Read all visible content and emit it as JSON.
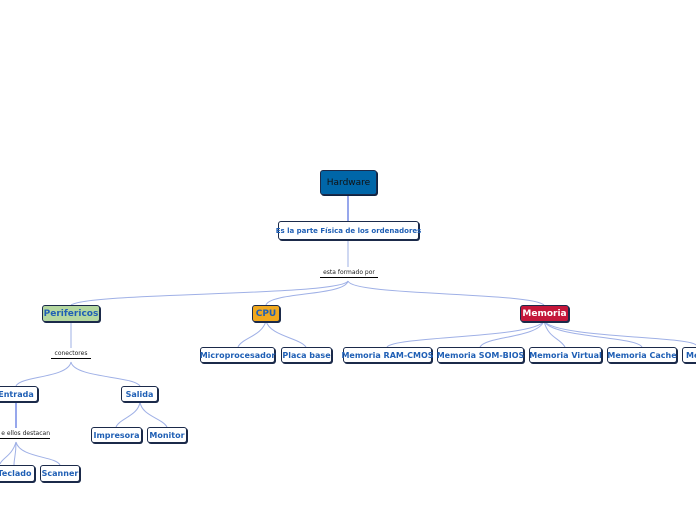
{
  "diagram": {
    "root": {
      "label": "Hardware",
      "color": "#0066a8"
    },
    "definition": "Es la parte Física de los ordenadores",
    "connector_main": "esta formado por",
    "branches": {
      "perifericos": {
        "label": "Perifericos",
        "color": "#b4d7a0"
      },
      "cpu": {
        "label": "CPU",
        "color": "#f0a81e"
      },
      "memoria": {
        "label": "Memoria",
        "color": "#c4163a"
      }
    },
    "perifericos_connector": "conectores",
    "perifericos_children": [
      "Entrada",
      "Salida"
    ],
    "entrada_connector": "e ellos destacan",
    "entrada_children": [
      "Teclado",
      "Scanner"
    ],
    "salida_children": [
      "Impresora",
      "Monitor"
    ],
    "cpu_children": [
      "Microprocesador",
      "Placa base"
    ],
    "memoria_children": [
      "Memoria RAM-CMOS",
      "Memoria SOM-BIOS",
      "Memoria Virtual",
      "Memoria Cache",
      "Me"
    ]
  }
}
